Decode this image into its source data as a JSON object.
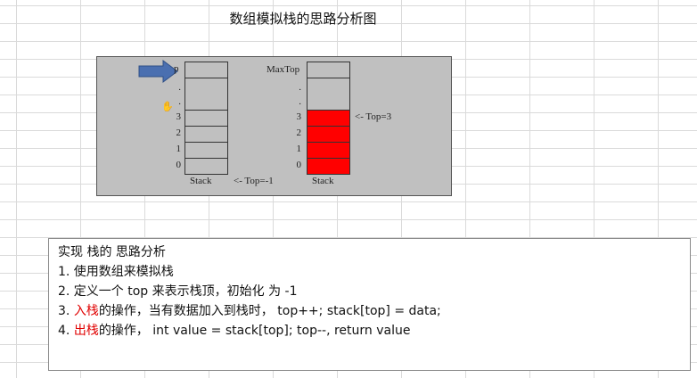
{
  "title": "数组模拟栈的思路分析图",
  "diagram": {
    "left_stack": {
      "rows": [
        ".",
        ".",
        ".",
        "3",
        "2",
        "1",
        "0"
      ],
      "top_marker": "p",
      "label": "Stack",
      "pointer": "<- Top=-1"
    },
    "right_stack": {
      "maxtop": "MaxTop",
      "rows": [
        ".",
        ".",
        "3",
        "2",
        "1",
        "0"
      ],
      "label": "Stack",
      "pointer": "<- Top=3",
      "fill_color": "#ff0000"
    },
    "arrow_color": "#4a6fb0"
  },
  "panel": {
    "heading": "实现 栈的 思路分析",
    "line1": "1. 使用数组来模拟栈",
    "line2": "2. 定义一个 top  来表示栈顶，初始化 为  -1",
    "line3_prefix": "3. ",
    "line3_red": "入栈",
    "line3_rest": "的操作，当有数据加入到栈时，  top++;  stack[top] = data;",
    "line4_prefix": "4. ",
    "line4_red": "出栈",
    "line4_rest": "的操作，  int value = stack[top]; top--, return value"
  }
}
